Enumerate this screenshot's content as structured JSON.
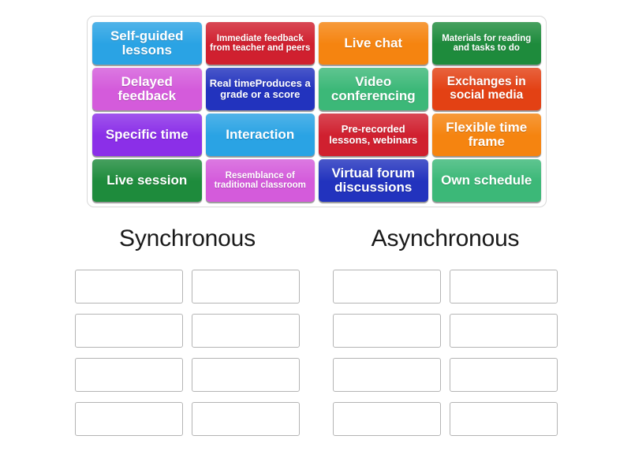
{
  "activity": {
    "type": "group-sort",
    "tray": {
      "name": "word-tile-tray",
      "tiles": [
        {
          "label": "Self-guided lessons",
          "color": "#2AA3E4",
          "size": "lg"
        },
        {
          "label": "Immediate feedback from teacher and peers",
          "color": "#D0202F",
          "size": "xs"
        },
        {
          "label": "Live chat",
          "color": "#F58410",
          "size": "lg"
        },
        {
          "label": "Materials for reading and tasks to do",
          "color": "#1E8B3C",
          "size": "xs"
        },
        {
          "label": "Delayed feedback",
          "color": "#D45BDB",
          "size": "lg"
        },
        {
          "label": "Real timeProduces a grade or a score",
          "color": "#2233BE",
          "size": "sm"
        },
        {
          "label": "Video conferencing",
          "color": "#3CB878",
          "size": "lg"
        },
        {
          "label": "Exchanges in social media",
          "color": "#E34114",
          "size": "md"
        },
        {
          "label": "Specific time",
          "color": "#8B2FE8",
          "size": "lg"
        },
        {
          "label": "Interaction",
          "color": "#2AA3E4",
          "size": "lg"
        },
        {
          "label": "Pre-recorded lessons, webinars",
          "color": "#D0202F",
          "size": "sm"
        },
        {
          "label": "Flexible time frame",
          "color": "#F58410",
          "size": "lg"
        },
        {
          "label": "Live session",
          "color": "#1E8B3C",
          "size": "lg"
        },
        {
          "label": "Resemblance of traditional classroom",
          "color": "#D45BDB",
          "size": "xs"
        },
        {
          "label": "Virtual forum discussions",
          "color": "#2233BE",
          "size": "lg"
        },
        {
          "label": "Own schedule",
          "color": "#3CB878",
          "size": "lg"
        }
      ]
    },
    "columns": [
      {
        "title": "Synchronous",
        "slots": [
          "",
          "",
          "",
          "",
          "",
          "",
          "",
          ""
        ]
      },
      {
        "title": "Asynchronous",
        "slots": [
          "",
          "",
          "",
          "",
          "",
          "",
          "",
          ""
        ]
      }
    ],
    "colors": {
      "background": "#ffffff",
      "tray_border": "#d8d8d8",
      "slot_border": "#b4b4b4",
      "title_text": "#1a1a1a",
      "tile_text": "#ffffff"
    }
  }
}
